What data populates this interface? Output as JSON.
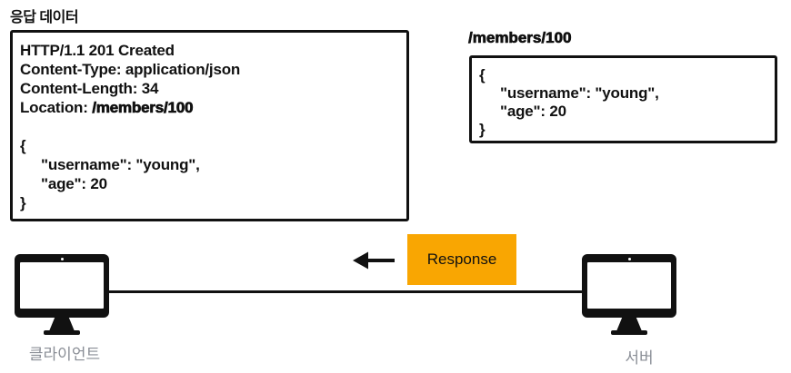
{
  "page": {
    "title": "응답 데이터"
  },
  "response_message": {
    "status_line": "HTTP/1.1 201 Created",
    "headers": {
      "content_type": "Content-Type: application/json",
      "content_length": "Content-Length: 34",
      "location_label": "Location: ",
      "location_path": "/members/100"
    },
    "body": {
      "open_brace": "{",
      "username_line": "\"username\": \"young\",",
      "age_line": "\"age\": 20",
      "close_brace": "}"
    }
  },
  "resource_box": {
    "label": "/members/100",
    "body": {
      "open_brace": "{",
      "username_line": "\"username\": \"young\",",
      "age_line": "\"age\": 20",
      "close_brace": "}"
    }
  },
  "flow": {
    "response_label": "Response"
  },
  "nodes": {
    "client_label": "클라이언트",
    "server_label": "서버"
  },
  "colors": {
    "ink": "#111111",
    "accent_orange": "#F9A602",
    "label_gray": "#8A8E96"
  }
}
